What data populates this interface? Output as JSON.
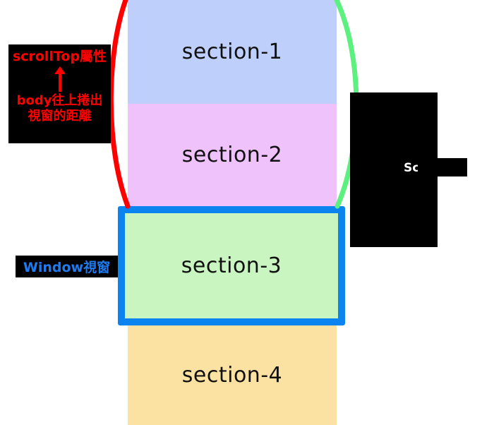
{
  "diagram": {
    "title": "scrollTop / Window viewport scroll diagram",
    "colors": {
      "section1": "#becffb",
      "section2": "#f0c2fb",
      "section3": "#c9f5c0",
      "section4": "#fce2a2",
      "viewport_border": "#0c84f0",
      "arc_left": "#ff0000",
      "arc_right": "#5cf07e",
      "note_bg": "#000000",
      "note_text_red": "#ff0000",
      "note_text_blue": "#1f7bf0",
      "note_text_white": "#ffffff"
    }
  },
  "sections": [
    {
      "id": "section-1",
      "label": "section-1"
    },
    {
      "id": "section-2",
      "label": "section-2"
    },
    {
      "id": "section-3",
      "label": "section-3"
    },
    {
      "id": "section-4",
      "label": "section-4"
    }
  ],
  "scrolltop_note": {
    "line1": "scrollTop屬性",
    "arrow": "up-arrow",
    "line2": "body往上捲出",
    "line3": "視窗的距離"
  },
  "window_label": {
    "text": "Window視窗"
  },
  "right_note": {
    "text": "Sc"
  }
}
